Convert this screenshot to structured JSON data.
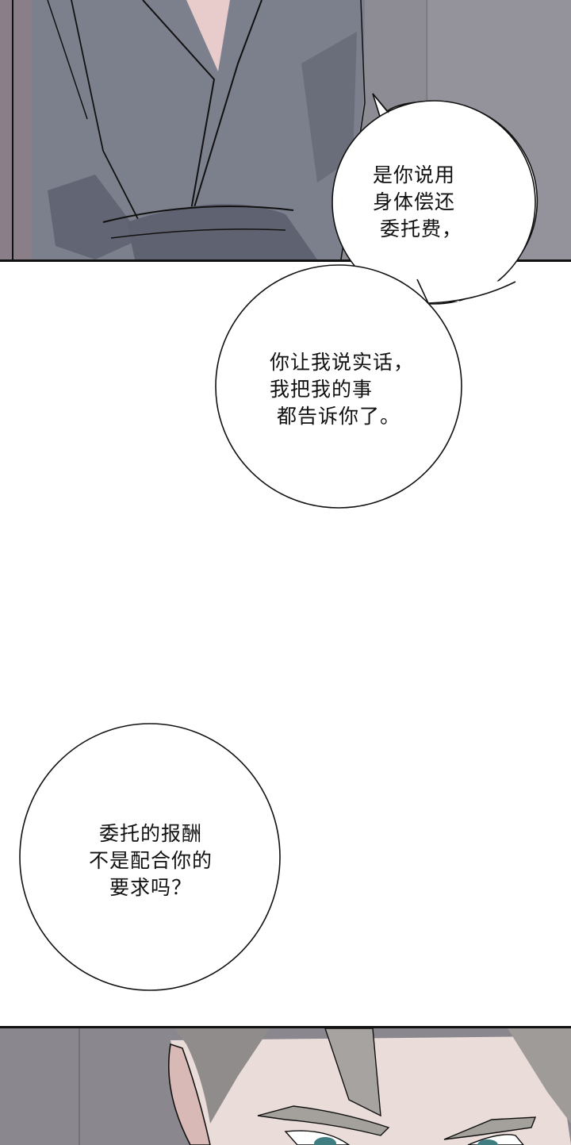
{
  "page": {
    "type": "comic-page",
    "background_color": "#ffffff"
  },
  "panels": [
    {
      "id": "top",
      "description": "Man in grey robe, torso view, grey wall background"
    },
    {
      "id": "bottom",
      "description": "Close-up of man with grey hair and teal eyes frowning"
    }
  ],
  "bubbles": [
    {
      "id": "bubble-1",
      "lines": [
        "是你说用",
        "身体偿还",
        "委托费，"
      ]
    },
    {
      "id": "bubble-2",
      "lines": [
        "你让我说实话，",
        "我把我的事",
        "都告诉你了。"
      ]
    },
    {
      "id": "bubble-3",
      "lines": [
        "委托的报酬",
        "不是配合你的",
        "要求吗？"
      ]
    }
  ],
  "bubble_text": {
    "b1": "是你说用\n身体偿还\n 委托费，",
    "b2": "你让我说实话，\n我把我的事\n 都告诉你了。",
    "b3": "委托的报酬\n不是配合你的\n要求吗？"
  },
  "colors": {
    "robe": "#7c7f8c",
    "robe_shadow": "#5f6270",
    "wall": "#8e8e98",
    "door_frame": "#8a7f88",
    "skin": "#eadcd8",
    "hair": "#a6a3a0",
    "eyes": "#3f7d80",
    "outline": "#111111"
  }
}
